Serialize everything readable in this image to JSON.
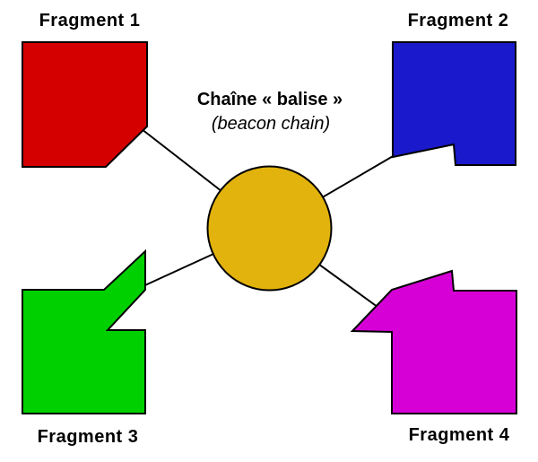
{
  "diagram": {
    "background": "#FFFFFF",
    "line_color": "#000000",
    "outline_color": "#000000",
    "center_node": {
      "title": "Chaîne « balise »",
      "subtitle": "(beacon chain)",
      "fill": "#E3B30D"
    },
    "fragments": [
      {
        "label": "Fragment 1",
        "color": "#D40000"
      },
      {
        "label": "Fragment 2",
        "color": "#1A1ACC"
      },
      {
        "label": "Fragment 3",
        "color": "#00D000"
      },
      {
        "label": "Fragment 4",
        "color": "#D600D6"
      }
    ]
  }
}
